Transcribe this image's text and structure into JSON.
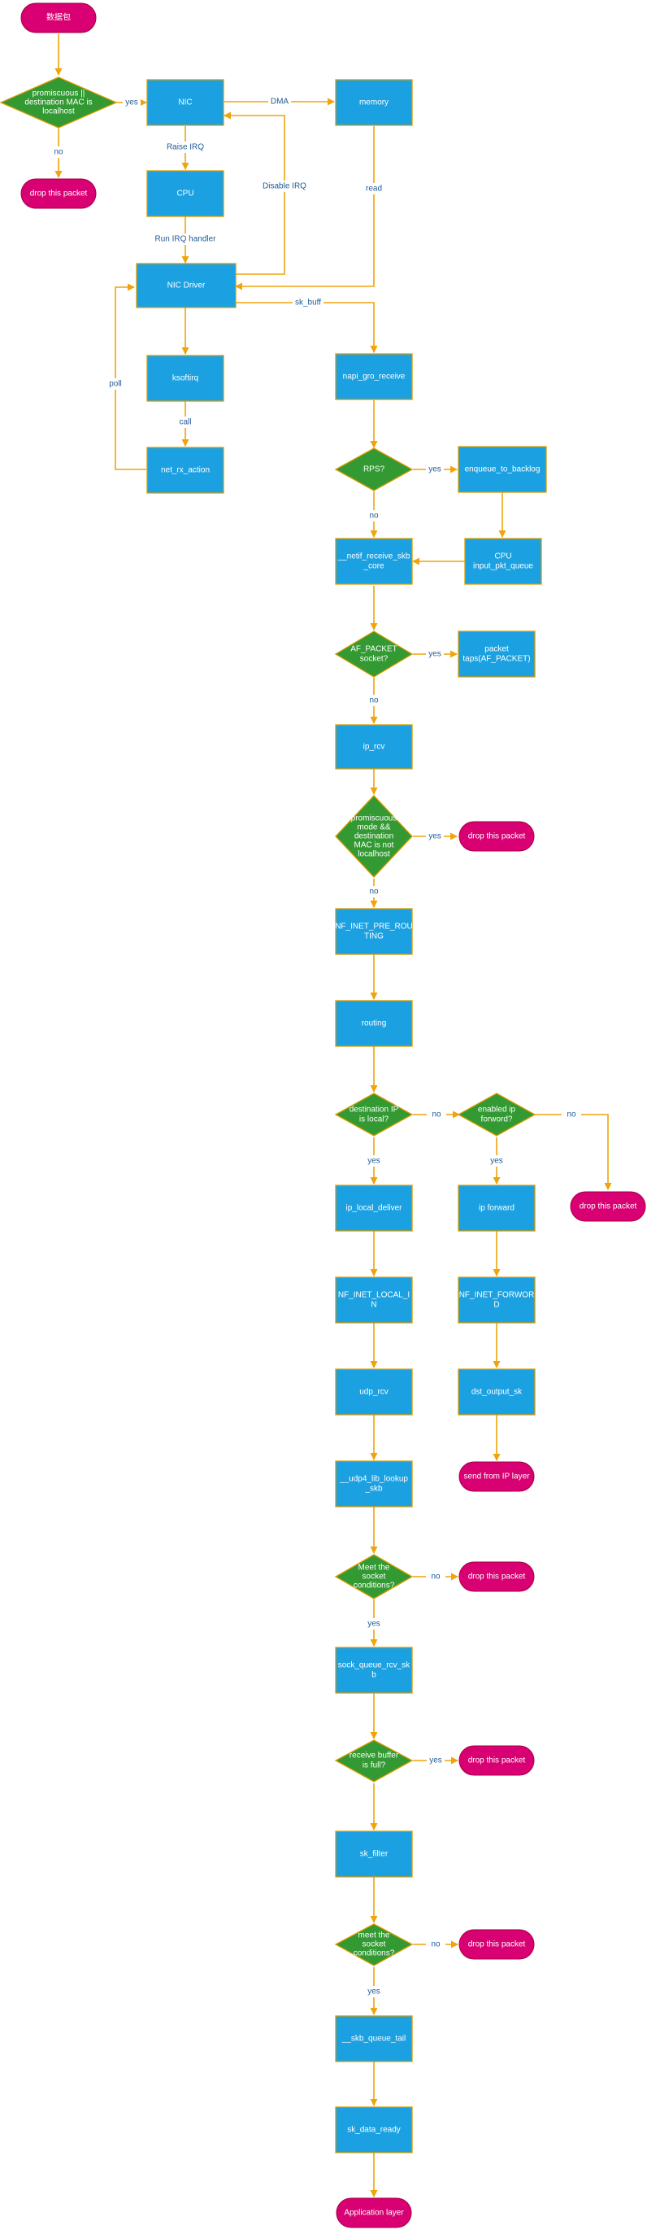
{
  "nodes": {
    "start": "数据包",
    "promisc_check": [
      "promiscuous ||",
      "destination MAC is",
      "localhost"
    ],
    "drop1": "drop this packet",
    "nic": "NIC",
    "memory": "memory",
    "cpu": "CPU",
    "nic_driver": "NIC Driver",
    "ksoftirq": "ksoftirq",
    "net_rx_action": "net_rx_action",
    "napi_gro_receive": "napi_gro_receive",
    "rps": "RPS?",
    "enqueue_to_backlog": "enqueue_to_backlog",
    "cpu_input_pkt_queue": [
      "CPU",
      "input_pkt_queue"
    ],
    "netif_receive_skb_core": [
      "__netif_receive_skb",
      "_core"
    ],
    "af_packet": [
      "AF_PACKET",
      "socket?"
    ],
    "packet_taps": [
      "packet",
      "taps(AF_PACKET)"
    ],
    "ip_rcv": "ip_rcv",
    "promisc_mode": [
      "promiscuous",
      "mode &&",
      "destination",
      "MAC is not",
      "localhost"
    ],
    "drop2": "drop this packet",
    "nf_pre_routing": [
      "NF_INET_PRE_ROU",
      "TING"
    ],
    "routing": "routing",
    "dest_ip_local": [
      "destination IP",
      "is local?"
    ],
    "ip_forward_enabled": [
      "enabled ip",
      "forword?"
    ],
    "drop3": "drop this packet",
    "ip_local_deliver": "ip_local_deliver",
    "ip_forward": "ip forward",
    "nf_local_in": [
      "NF_INET_LOCAL_I",
      "N"
    ],
    "nf_forward": [
      "NF_INET_FORWOR",
      "D"
    ],
    "udp_rcv": "udp_rcv",
    "dst_output_sk": "dst_output_sk",
    "send_from_ip": "send from IP layer",
    "udp4_lib_lookup": [
      "__udp4_lib_lookup",
      "_skb"
    ],
    "meet_cond1": [
      "Meet the",
      "socket",
      "conditions?"
    ],
    "drop4": "drop this packet",
    "sock_queue_rcv_skb": [
      "sock_queue_rcv_sk",
      "b"
    ],
    "recv_buffer_full": [
      "receive buffer",
      "is full?"
    ],
    "drop5": "drop this packet",
    "sk_filter": "sk_filter",
    "meet_cond2": [
      "meet the",
      "socket",
      "conditions?"
    ],
    "drop6": "drop this packet",
    "skb_queue_tail": "__skb_queue_tail",
    "sk_data_ready": "sk_data_ready",
    "app_layer": "Application layer"
  },
  "edge_labels": {
    "yes": "yes",
    "no": "no",
    "dma": "DMA",
    "raise_irq": "Raise IRQ",
    "disable_irq": "Disable IRQ",
    "read": "read",
    "run_irq_handler": "Run IRQ handler",
    "sk_buff": "sk_buff",
    "call": "call",
    "poll": "poll"
  },
  "colors": {
    "process": "#1ba1e2",
    "terminal": "#d80073",
    "decision": "#339933",
    "connector": "#f0a30a",
    "label": "#1e5a96"
  }
}
